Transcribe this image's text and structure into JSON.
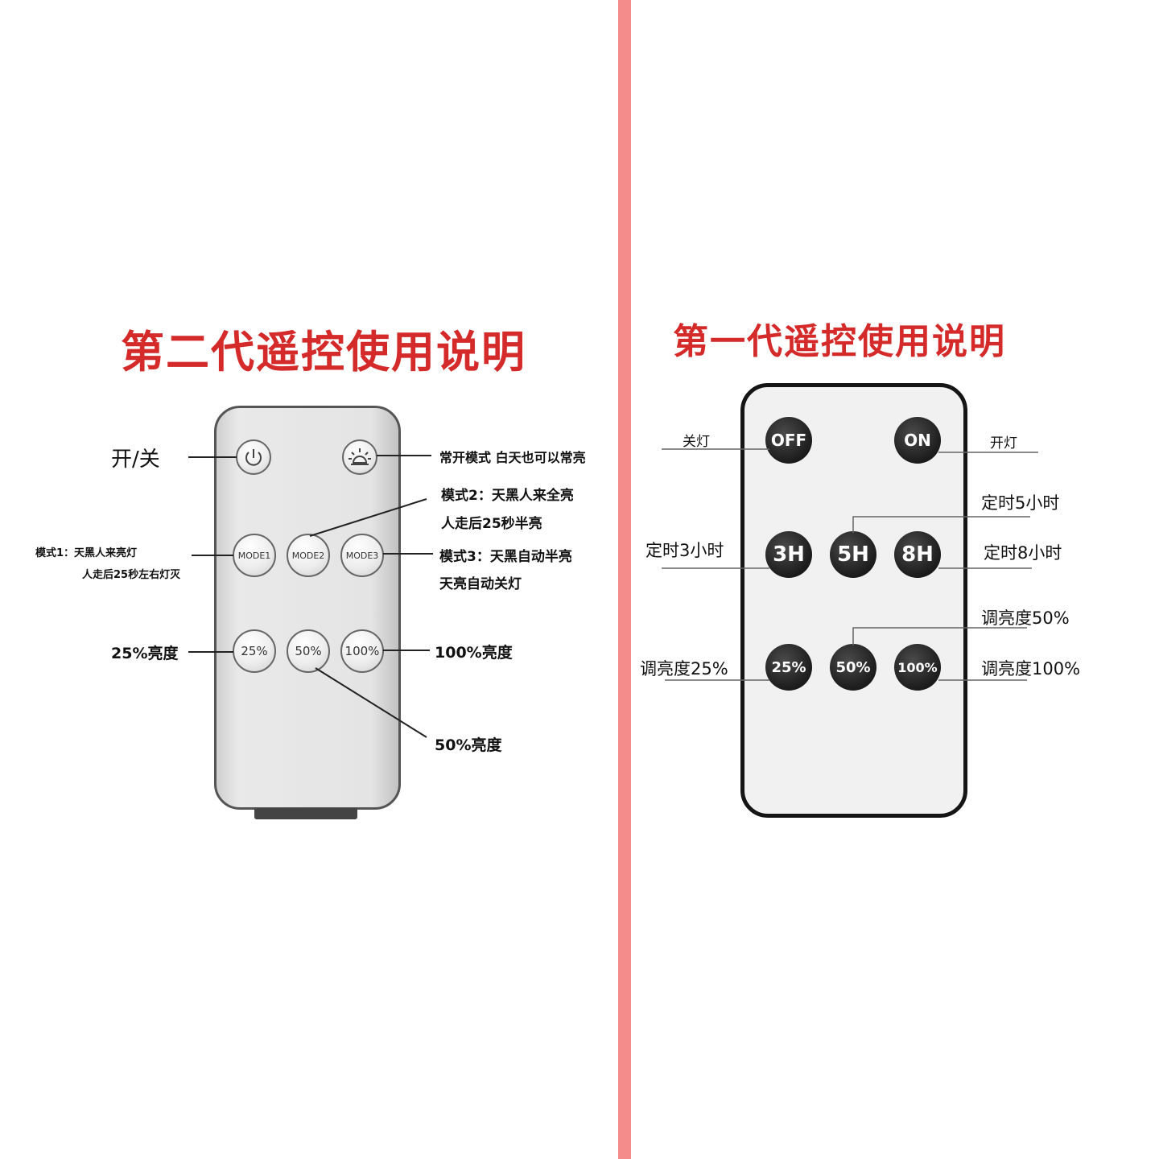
{
  "left_panel": {
    "title": "第二代遥控使用说明",
    "buttons": {
      "mode1": "MODE1",
      "mode2": "MODE2",
      "mode3": "MODE3",
      "b25": "25%",
      "b50": "50%",
      "b100": "100%"
    },
    "labels": {
      "power": "开/关",
      "always_on": "常开模式  白天也可以常亮",
      "mode2_line1": "模式2：天黑人来全亮",
      "mode2_line2": "人走后25秒半亮",
      "mode1_line1": "模式1：天黑人来亮灯",
      "mode1_line2": "人走后25秒左右灯灭",
      "mode3_line1": "模式3：天黑自动半亮",
      "mode3_line2": "天亮自动关灯",
      "b25": "25%亮度",
      "b100": "100%亮度",
      "b50": "50%亮度"
    }
  },
  "right_panel": {
    "title": "第一代遥控使用说明",
    "buttons": {
      "off": "OFF",
      "on": "ON",
      "h3": "3H",
      "h5": "5H",
      "h8": "8H",
      "b25": "25%",
      "b50": "50%",
      "b100": "100%"
    },
    "labels": {
      "off": "关灯",
      "on": "开灯",
      "h5": "定时5小时",
      "h3": "定时3小时",
      "h8": "定时8小时",
      "b50": "调亮度50%",
      "b25": "调亮度25%",
      "b100": "调亮度100%"
    }
  },
  "colors": {
    "title": "#d42a2a",
    "divider": "#f48c8c"
  }
}
